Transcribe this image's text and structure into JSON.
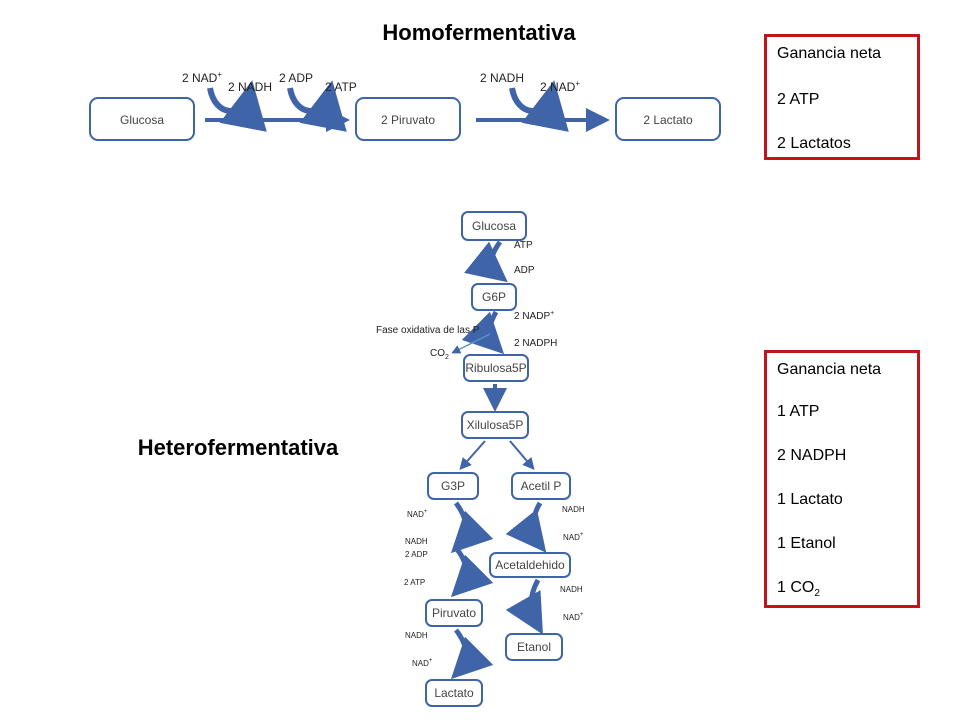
{
  "homo": {
    "title": "Homofermentativa",
    "boxes": [
      "Glucosa",
      "2 Piruvato",
      "2 Lactato"
    ],
    "labels": {
      "nad_plus": "2 NAD",
      "nadh": "2 NADH",
      "adp": "2 ADP",
      "atp": "2 ATP",
      "nadh2": "2 NADH",
      "nad_plus2": "2 NAD"
    },
    "superscript_plus": "+"
  },
  "hetero": {
    "title": "Heterofermentativa",
    "boxes": {
      "glucosa": "Glucosa",
      "g6p": "G6P",
      "ribulosa": "Ribulosa5P",
      "xilulosa": "Xilulosa5P",
      "g3p": "G3P",
      "acetilp": "Acetil P",
      "acetaldehido": "Acetaldehido",
      "piruvato": "Piruvato",
      "etanol": "Etanol",
      "lactato": "Lactato"
    },
    "labels": {
      "atp": "ATP",
      "adp": "ADP",
      "nadp": "2 NADP",
      "nadph": "2 NADPH",
      "fase": "Fase oxidativa de las P",
      "co2": "CO",
      "co2_sub": "2",
      "left_nad": "NAD",
      "left_nadh": "NADH",
      "left_adp": "2 ADP",
      "left_atp": "2 ATP",
      "left_nadh2": "NADH",
      "left_nad2": "NAD",
      "right_nadh": "NADH",
      "right_nad": "NAD",
      "right_nadh2": "NADH",
      "right_nad2": "NAD"
    }
  },
  "panel_homo": {
    "lines": [
      "Ganancia neta",
      "2 ATP",
      "2 Lactatos"
    ]
  },
  "panel_hetero": {
    "lines": [
      "Ganancia neta",
      "1 ATP",
      "2 NADPH",
      "1 Lactato",
      "1 Etanol",
      "1 CO"
    ],
    "co2_sub": "2"
  },
  "colors": {
    "arrow": "#3f64a8",
    "box_border": "#3f64a8",
    "panel_border": "#c0161b"
  }
}
